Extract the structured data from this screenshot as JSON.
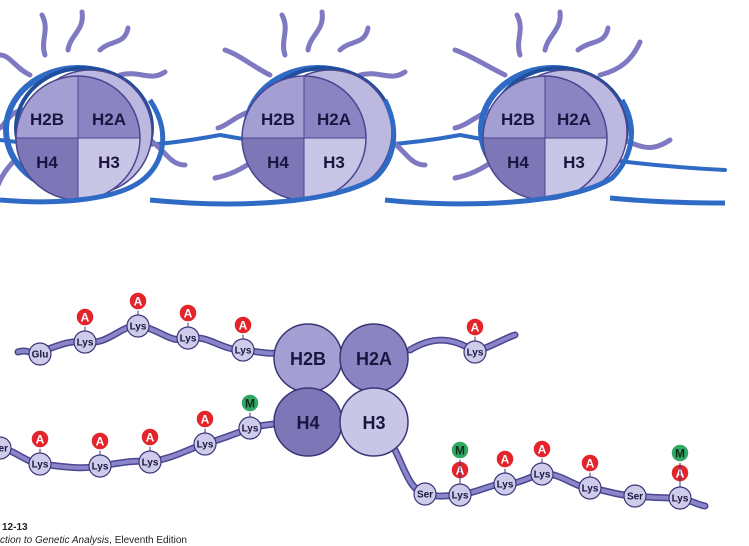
{
  "colors": {
    "dna": "#2f6bc4",
    "dna_dark": "#1f4f9c",
    "tail": "#8b86c9",
    "tail_edge": "#4b4690",
    "h2b": "#a49fd2",
    "h2a": "#8a84c2",
    "h4": "#7d77b8",
    "h3": "#c9c5e6",
    "residue": "#cfcbea",
    "acetyl": "#e3242b",
    "methyl": "#2fa866"
  },
  "icons": {
    "acetyl": "red-circle-badge",
    "methyl": "green-circle-badge"
  },
  "nucleosomes": [
    {
      "labels": [
        "H2B",
        "H2A",
        "H4",
        "H3"
      ]
    },
    {
      "labels": [
        "H2B",
        "H2A",
        "H4",
        "H3"
      ]
    },
    {
      "labels": [
        "H2B",
        "H2A",
        "H4",
        "H3"
      ]
    }
  ],
  "octamer": {
    "h2b": "H2B",
    "h2a": "H2A",
    "h4": "H4",
    "h3": "H3"
  },
  "tails": {
    "h2b_tail": {
      "residues": [
        "Glu",
        "Lys",
        "Lys",
        "Lys",
        "Lys"
      ],
      "marks": [
        "",
        "A",
        "A",
        "A",
        "A"
      ]
    },
    "h2a_tail": {
      "residues": [
        "Lys"
      ],
      "marks": [
        "A"
      ]
    },
    "h4_tail": {
      "residues": [
        "Ser",
        "Lys",
        "Lys",
        "Lys",
        "Lys",
        "Lys"
      ],
      "marks": [
        "",
        "A",
        "A",
        "A",
        "A",
        "M"
      ]
    },
    "h3_tail": {
      "residues": [
        "Ser",
        "Lys",
        "Lys",
        "Lys",
        "Lys",
        "Ser",
        "Lys"
      ],
      "marks": [
        "",
        "MA",
        "A",
        "A",
        "A",
        "",
        "MA"
      ]
    }
  },
  "mark_labels": {
    "acetyl": "A",
    "methyl": "M"
  },
  "caption": {
    "figure": "12-13",
    "source_italic": "ction to Genetic Analysis",
    "source_rest": ", Eleventh Edition"
  }
}
